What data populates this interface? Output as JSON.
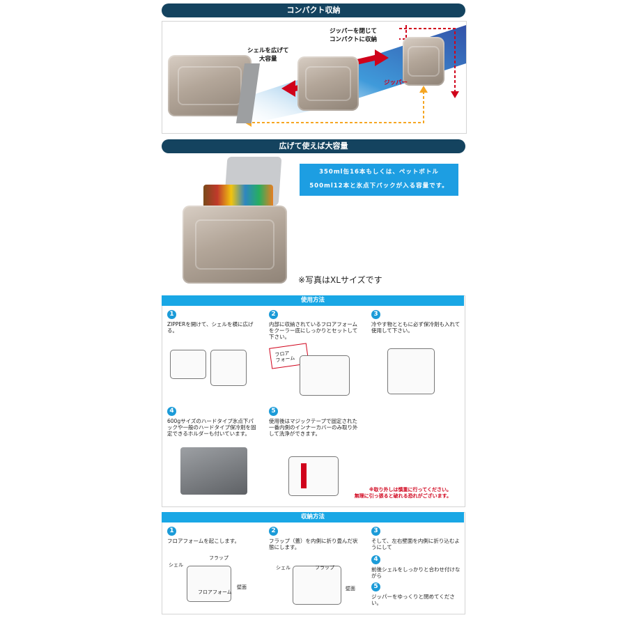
{
  "sections": {
    "compact": {
      "title": "コンパクト収納"
    },
    "capacity": {
      "title": "広げて使えば大容量"
    }
  },
  "compact": {
    "label_expand": [
      "シェルを広げて",
      "大容量"
    ],
    "label_close": [
      "ジッパーを閉じて",
      "コンパクトに収納"
    ],
    "label_zipper": "ジッパー"
  },
  "capacity": {
    "info_lines": [
      "350ml缶16本もしくは、ペットボトル",
      "500ml12本と氷点下パックが入る容量です。"
    ],
    "note": "※写真はXLサイズです"
  },
  "usage": {
    "header": "使用方法",
    "steps": [
      {
        "num": "1",
        "text": "ZIPPERを開けて、シェルを横に広げる。"
      },
      {
        "num": "2",
        "text": "内部に収納されているフロアフォームをクーラー底にしっかりとセットして下さい。"
      },
      {
        "num": "3",
        "text": "冷やす物とともに必ず保冷剤も入れて使用して下さい。"
      },
      {
        "num": "4",
        "text": "600gサイズのハードタイプ氷点下パックや一般のハードタイプ保冷剤を固定できるホルダーも付いています。"
      },
      {
        "num": "5",
        "text": "使用後はマジックテープで固定された一番内側のインナーカバーのみ取り外して洗浄ができます。"
      }
    ],
    "floor_label": [
      "フロア",
      "フォーム"
    ],
    "warning": [
      "※取り外しは慎重に行ってください。",
      "無理に引っ張ると破れる恐れがございます。"
    ]
  },
  "storage": {
    "header": "収納方法",
    "steps": [
      {
        "num": "1",
        "text": "フロアフォームを起こします。"
      },
      {
        "num": "2",
        "text": "フラップ（蓋）を内側に折り畳んだ状態にします。"
      },
      {
        "num": "3",
        "text": "そして、左右壁面を内側に折り込むようにして"
      },
      {
        "num": "4",
        "text": "前後シェルをしっかりと合わせ付けながら"
      },
      {
        "num": "5",
        "text": "ジッパーをゆっくりと閉めてください。"
      }
    ],
    "labels": {
      "shell": "シェル",
      "flap": "フラップ",
      "wall": "壁面",
      "floor": [
        "フロア",
        "フォーム"
      ]
    }
  }
}
